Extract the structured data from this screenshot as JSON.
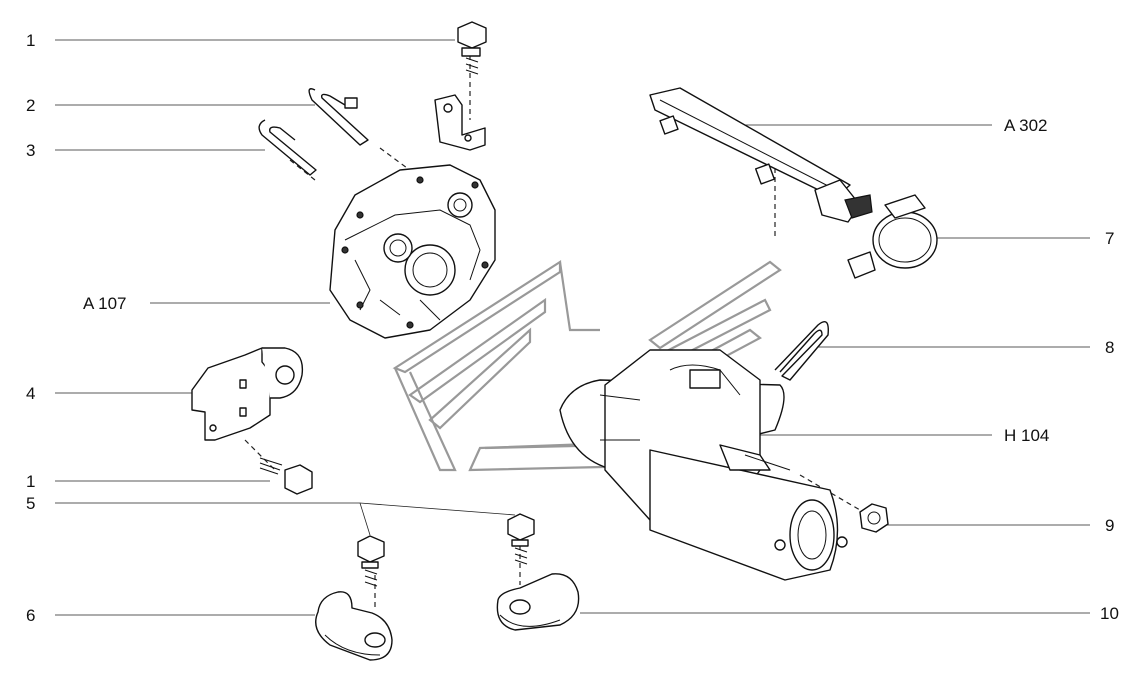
{
  "callouts": {
    "c1_top": "1",
    "c2": "2",
    "c3": "3",
    "a107": "A 107",
    "c4": "4",
    "c1_bottom": "1",
    "c5": "5",
    "c6": "6",
    "a302": "A 302",
    "c7": "7",
    "c8": "8",
    "h104": "H 104",
    "c9": "9",
    "c10": "10"
  }
}
